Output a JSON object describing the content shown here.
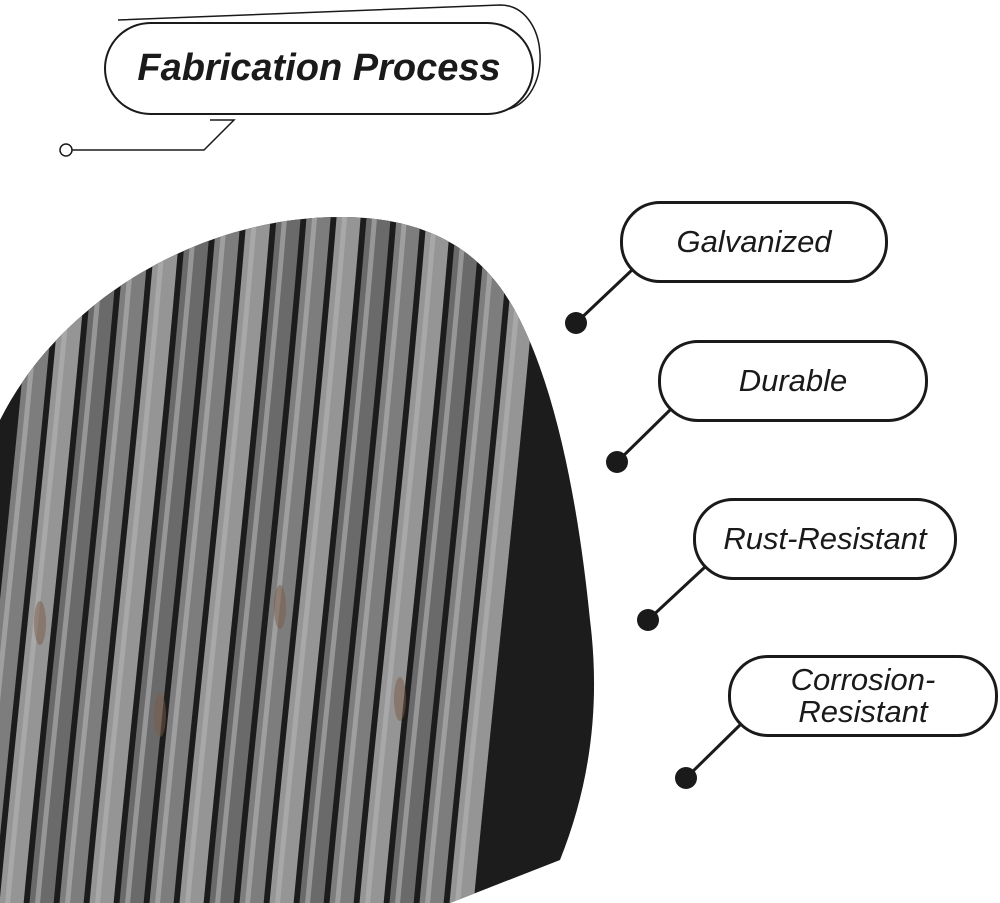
{
  "title": "Fabrication Process",
  "features": [
    {
      "label": "Galvanized"
    },
    {
      "label": "Durable"
    },
    {
      "label": "Rust-Resistant"
    },
    {
      "label": "Corrosion-Resistant",
      "lines": [
        "Corrosion-",
        "Resistant"
      ]
    }
  ],
  "colors": {
    "outline": "#1a1a1a",
    "background": "#ffffff",
    "wire_dark": "#2b2b2b",
    "wire_light": "#9a9a9a",
    "rust": "#7a5a44"
  },
  "icons": [
    "steel-wire-coil-photo",
    "connector-dot-icon"
  ]
}
